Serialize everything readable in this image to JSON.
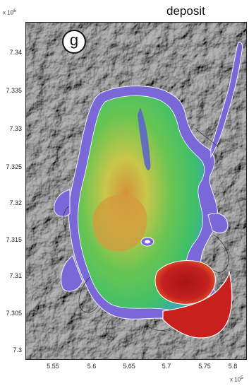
{
  "title": "deposit",
  "panel_label": "g",
  "y_exponent": "x 10",
  "y_exponent_power": "6",
  "x_exponent": "x 10",
  "x_exponent_power": "5",
  "y_ticks": [
    "7.34",
    "7.335",
    "7.33",
    "7.325",
    "7.32",
    "7.315",
    "7.31",
    "7.305",
    "7.3"
  ],
  "x_ticks": [
    "5.55",
    "5.6",
    "5.65",
    "5.7",
    "5.75",
    "5.8"
  ],
  "colors": {
    "thin_margin": "#7b68d8",
    "low": "#3fbf5a",
    "mid": "#c8d24a",
    "high_mid": "#d49a3c",
    "thick": "#b81c1c",
    "hillshade": "#b8b8b8"
  }
}
